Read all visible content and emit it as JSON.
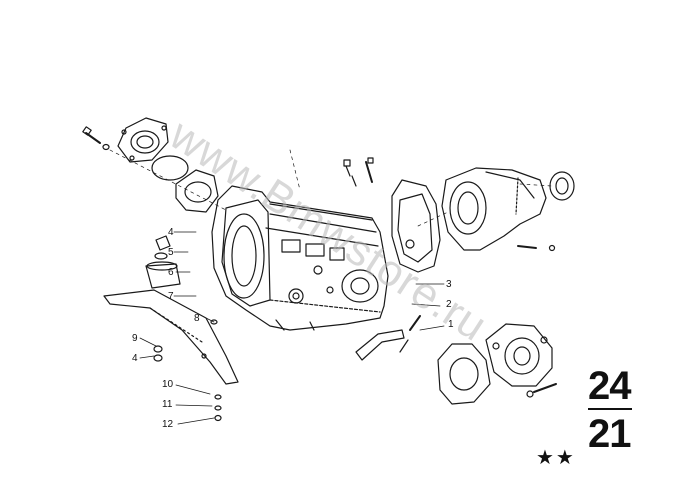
{
  "diagram": {
    "callouts": [
      {
        "id": "1",
        "label": "1"
      },
      {
        "id": "2",
        "label": "2"
      },
      {
        "id": "3",
        "label": "3"
      },
      {
        "id": "4a",
        "label": "4"
      },
      {
        "id": "5",
        "label": "5"
      },
      {
        "id": "6",
        "label": "6"
      },
      {
        "id": "7",
        "label": "7"
      },
      {
        "id": "8",
        "label": "8"
      },
      {
        "id": "9",
        "label": "9"
      },
      {
        "id": "4b",
        "label": "4"
      },
      {
        "id": "10",
        "label": "10"
      },
      {
        "id": "11",
        "label": "11"
      },
      {
        "id": "12",
        "label": "12"
      }
    ],
    "group_top": "24",
    "group_bottom": "21",
    "rating": "★★",
    "watermark": "www.Bmwstore.ru"
  }
}
